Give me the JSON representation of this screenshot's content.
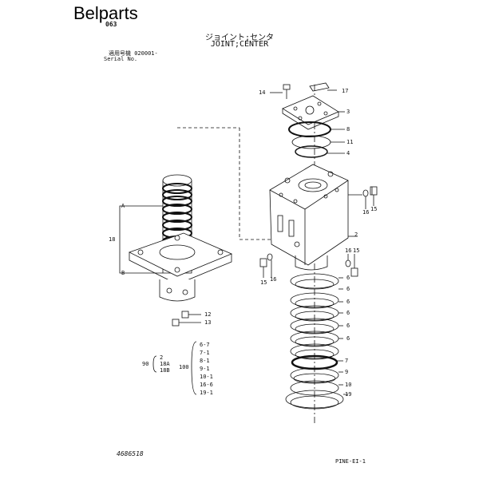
{
  "brand": "Belparts",
  "page_code": "063",
  "title": {
    "japanese": "ジョイント;センタ",
    "english": "JOINT;CENTER"
  },
  "serial": {
    "line1": "適用号機  020001-",
    "line2": "Serial No."
  },
  "callouts": [
    {
      "id": "14",
      "text": "14"
    },
    {
      "id": "17",
      "text": "17"
    },
    {
      "id": "3",
      "text": "3"
    },
    {
      "id": "8a",
      "text": "8"
    },
    {
      "id": "11",
      "text": "11"
    },
    {
      "id": "4",
      "text": "4"
    },
    {
      "id": "16a",
      "text": "16"
    },
    {
      "id": "15a",
      "text": "15"
    },
    {
      "id": "2",
      "text": "2"
    },
    {
      "id": "16b",
      "text": "16"
    },
    {
      "id": "15b",
      "text": "15"
    },
    {
      "id": "15c",
      "text": "15"
    },
    {
      "id": "16c",
      "text": "16"
    },
    {
      "id": "6a",
      "text": "6"
    },
    {
      "id": "6b",
      "text": "6"
    },
    {
      "id": "6c",
      "text": "6"
    },
    {
      "id": "6d",
      "text": "6"
    },
    {
      "id": "6e",
      "text": "6"
    },
    {
      "id": "6f",
      "text": "6"
    },
    {
      "id": "7",
      "text": "7"
    },
    {
      "id": "9",
      "text": "9"
    },
    {
      "id": "10",
      "text": "10"
    },
    {
      "id": "19",
      "text": "19"
    },
    {
      "id": "12",
      "text": "12"
    },
    {
      "id": "13",
      "text": "13"
    },
    {
      "id": "18",
      "text": "18"
    },
    {
      "id": "A",
      "text": "A"
    },
    {
      "id": "B",
      "text": "B"
    }
  ],
  "kits": {
    "kit90": {
      "number": "90",
      "items": [
        "2",
        "18A",
        "18B"
      ]
    },
    "kit100": {
      "number": "100",
      "items": [
        "6-7",
        "7-1",
        "8-1",
        "9-1",
        "10-1",
        "16-6",
        "19-1"
      ]
    }
  },
  "document_number": "4686518",
  "page_number": "PINE-EI-1",
  "colors": {
    "ink": "#111111",
    "background": "#ffffff"
  }
}
